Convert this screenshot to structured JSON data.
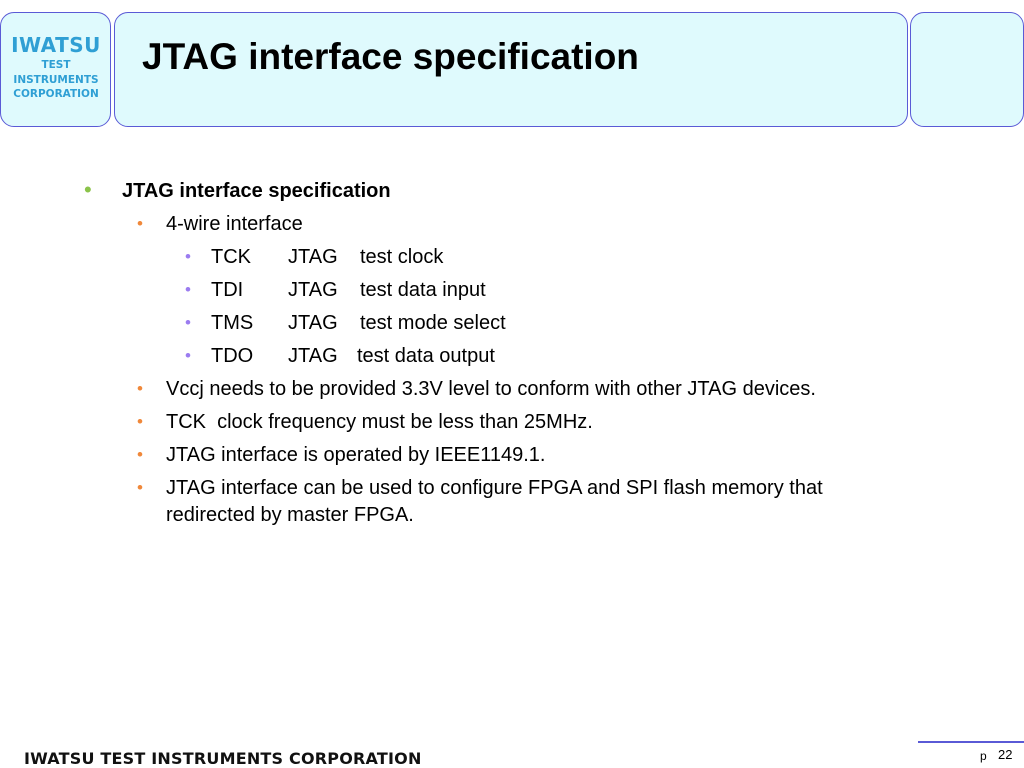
{
  "logo": {
    "line1": "IWATSU",
    "line2": "TEST",
    "line3": "INSTRUMENTS",
    "line4": "CORPORATION"
  },
  "title": "JTAG interface specification",
  "content": {
    "heading": "JTAG interface specification",
    "items": [
      {
        "text": "4-wire interface"
      },
      {
        "text": "Vccj needs to be provided 3.3V level to conform with other JTAG devices."
      },
      {
        "text": "TCK  clock frequency must be less than 25MHz."
      },
      {
        "text": "JTAG interface is operated by IEEE1149.1."
      },
      {
        "text": "JTAG interface can be used to configure FPGA and SPI flash memory that",
        "text2": "redirected by master FPGA."
      }
    ],
    "signals": [
      {
        "name": "TCK",
        "prefix": "JTAG",
        "desc": "test clock"
      },
      {
        "name": "TDI",
        "prefix": "JTAG",
        "desc": "test data input"
      },
      {
        "name": "TMS",
        "prefix": "JTAG",
        "desc": "test mode select"
      },
      {
        "name": "TDO",
        "prefix": "JTAG",
        "desc": "test data output"
      }
    ]
  },
  "footer": {
    "company": "IWATSU TEST INSTRUMENTS CORPORATION",
    "page_prefix": "p",
    "page_number": "22"
  },
  "colors": {
    "header_bg": "#dffafd",
    "header_border": "#5a5ad6",
    "logo": "#2f9fd4",
    "bullet_l1": "#8bc34a",
    "bullet_l2": "#f0883a",
    "bullet_l3": "#9b7cf0"
  }
}
